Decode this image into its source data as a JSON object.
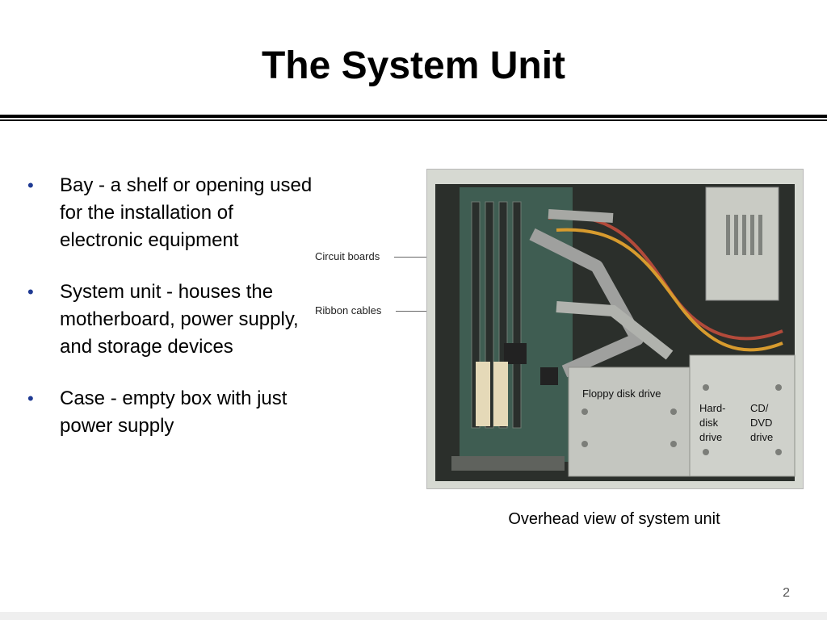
{
  "slide": {
    "title": "The System Unit",
    "bullets": [
      "Bay - a shelf or opening used for the installation of electronic equipment",
      "System unit - houses the motherboard, power supply, and storage devices",
      "Case - empty box with just power supply"
    ],
    "bullet_color": "#1f3a93",
    "photo": {
      "callouts": [
        "Circuit boards",
        "Ribbon cables"
      ],
      "labels": {
        "floppy": "Floppy disk drive",
        "hard_disk": [
          "Hard-",
          "disk",
          "drive"
        ],
        "cd_dvd": [
          "CD/",
          "DVD",
          "drive"
        ]
      }
    },
    "caption": "Overhead view of system unit",
    "page_number": "2"
  }
}
